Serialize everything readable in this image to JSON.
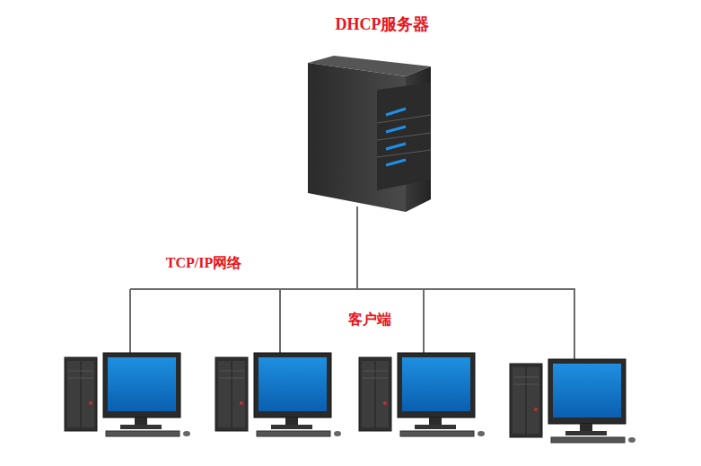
{
  "diagram": {
    "title": "DHCP服务器",
    "labels": [
      "TCP/IP网络",
      "客户端"
    ]
  }
}
